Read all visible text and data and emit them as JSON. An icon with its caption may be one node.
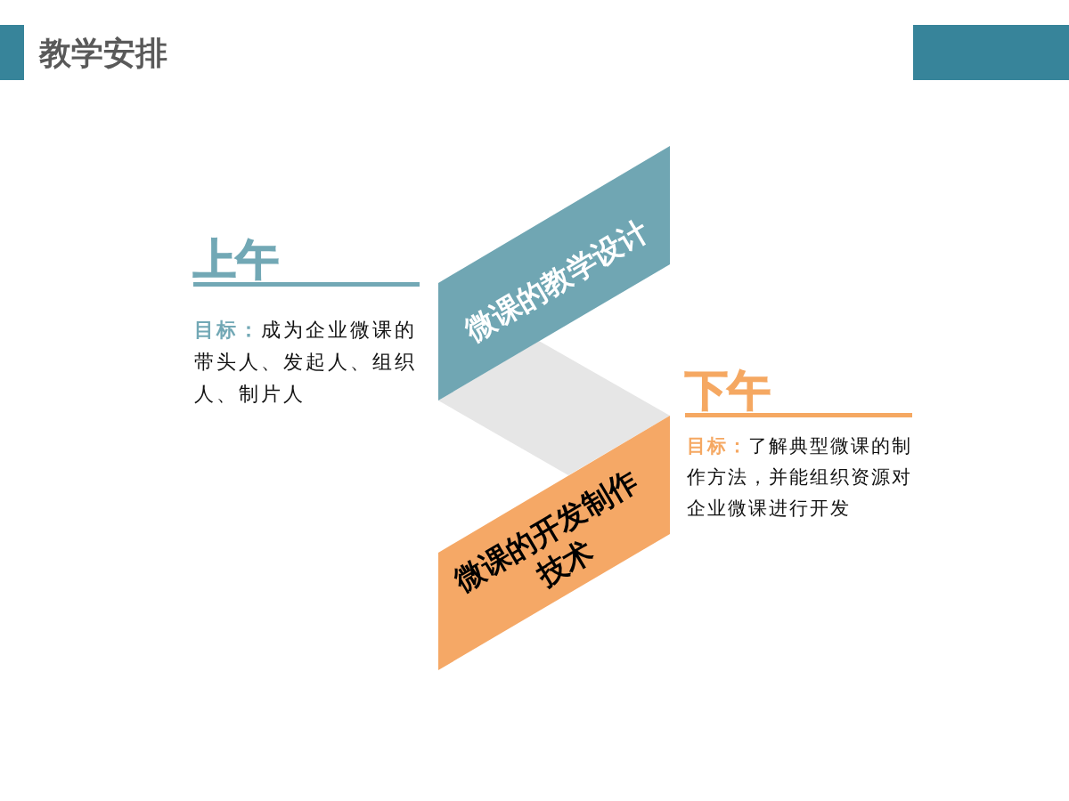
{
  "diagram": {
    "title": "教学安排",
    "nodes": [
      {
        "text": [
          "微课的教学设计"
        ],
        "beside": [
          "上午",
          "**目标：**成为企业微课的带头人、发起人、组织人、制片人"
        ]
      },
      {
        "text": [],
        "shape": "band"
      },
      {
        "text": [
          "微课的开发制作技术"
        ],
        "beside": [
          "下午",
          "**目标：**了解典型微课的制作方法，并能组织资源对企业微课进行开发"
        ]
      }
    ]
  }
}
